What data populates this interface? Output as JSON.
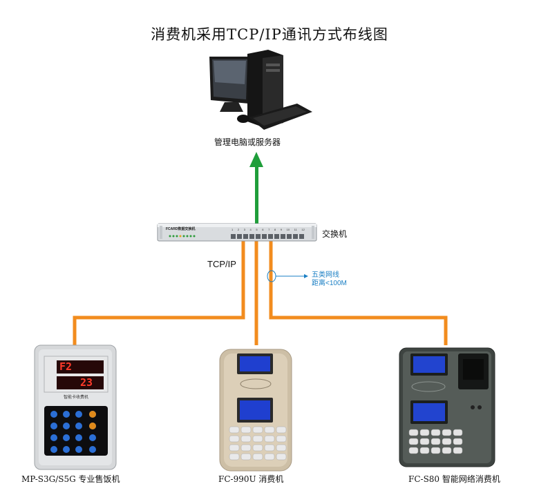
{
  "title": "消费机采用TCP/IP通讯方式布线图",
  "server": {
    "label": "管理电脑或服务器"
  },
  "switch": {
    "label": "交换机",
    "brand": "FCARD数据交换机",
    "ports": [
      "1",
      "2",
      "3",
      "4",
      "5",
      "6",
      "7",
      "8",
      "9",
      "10",
      "11",
      "12"
    ]
  },
  "link": {
    "protocol": "TCP/IP",
    "cable_line1": "五类网线",
    "cable_line2": "距离<100M"
  },
  "devices": [
    {
      "label": "MP-S3G/S5G 专业售饭机",
      "display_top": "F2",
      "display_bottom": "23",
      "caption": "智能卡收费机"
    },
    {
      "label": "FC-990U 消费机"
    },
    {
      "label": "FC-S80 智能网络消费机"
    }
  ],
  "colors": {
    "cable": "#f28c1e",
    "uplink": "#1f9e3a",
    "annotation": "#1a7fc4"
  }
}
